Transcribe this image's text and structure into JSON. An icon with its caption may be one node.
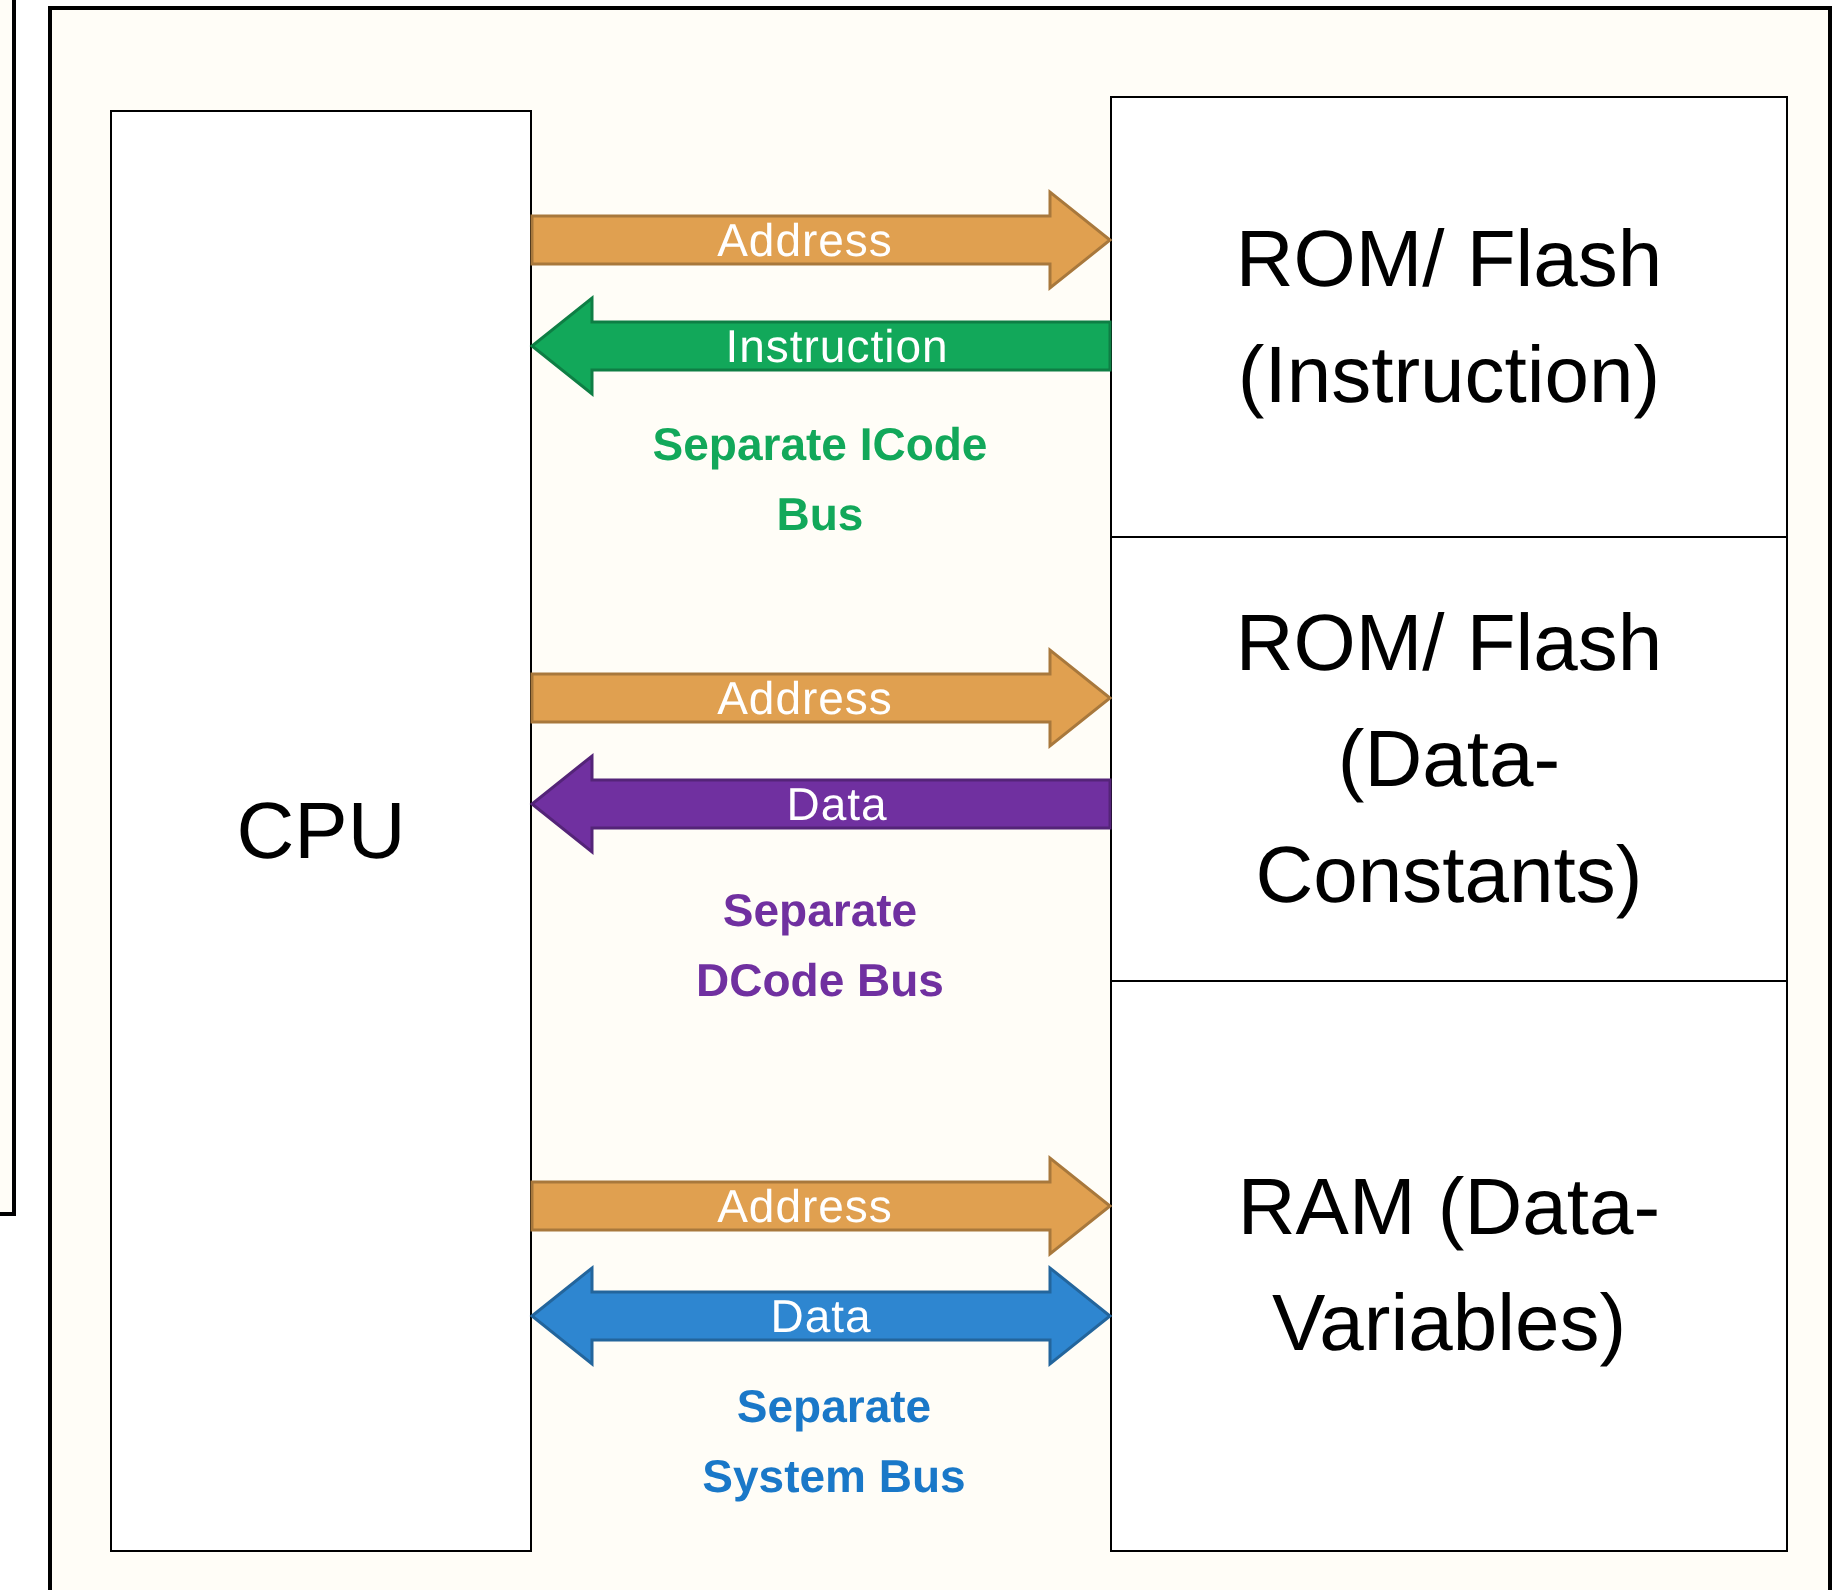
{
  "diagram": {
    "nodes": [
      {
        "text": [
          "CPU"
        ]
      },
      {
        "text": [
          "ROM/ Flash (Instruction)"
        ]
      },
      {
        "text": [
          "ROM/ Flash (Data- Constants)"
        ]
      },
      {
        "text": [
          "RAM (Data- Variables)"
        ]
      }
    ],
    "edges": [
      {
        "from": 0,
        "to": 1,
        "arrow": "to",
        "label": "Address"
      },
      {
        "from": 1,
        "to": 0,
        "arrow": "to",
        "label": "Instruction",
        "color": "#12a85a"
      },
      {
        "from": 0,
        "to": 2,
        "arrow": "to",
        "label": "Address"
      },
      {
        "from": 2,
        "to": 0,
        "arrow": "to",
        "label": "Data",
        "color": "#7030a0"
      },
      {
        "from": 0,
        "to": 3,
        "arrow": "to",
        "label": "Address"
      },
      {
        "from": 0,
        "to": 3,
        "arrow": "both",
        "label": "Data",
        "color": "#2e86d0"
      }
    ],
    "labels": [
      "Separate ICode Bus",
      "Separate DCode Bus",
      "Separate System Bus"
    ]
  }
}
